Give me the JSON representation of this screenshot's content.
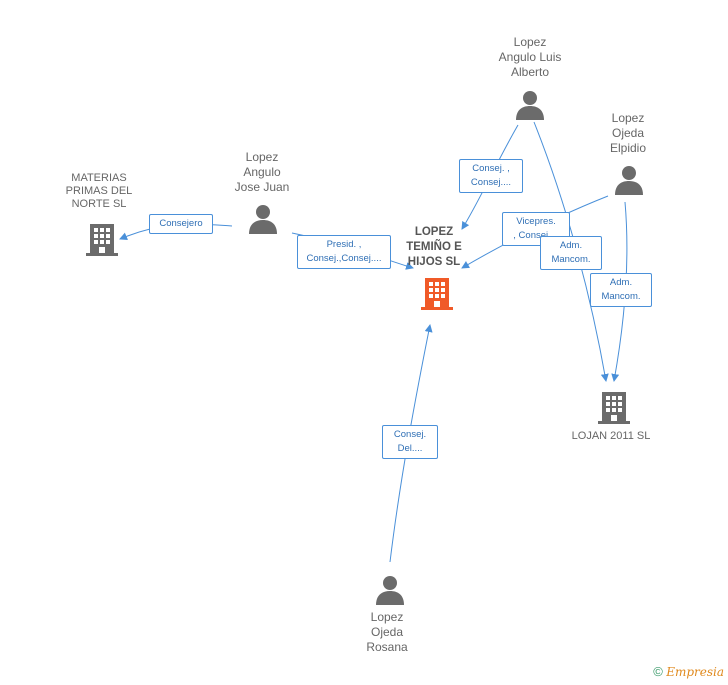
{
  "colors": {
    "edge": "#4a90d9",
    "node": "#666666",
    "main_node": "#f05a28"
  },
  "nodes": {
    "materias": {
      "label": "MATERIAS\nPRIMAS DEL\nNORTE SL",
      "icon": "building-icon"
    },
    "jose_juan": {
      "label": "Lopez\nAngulo\nJose Juan",
      "icon": "person-icon"
    },
    "luis_alberto": {
      "label": "Lopez\nAngulo Luis\nAlberto",
      "icon": "person-icon"
    },
    "elpidio": {
      "label": "Lopez\nOjeda\nElpidio",
      "icon": "person-icon"
    },
    "main": {
      "label": "LOPEZ\nTEMIÑO E\nHIJOS SL",
      "icon": "building-icon"
    },
    "lojan": {
      "label": "LOJAN 2011 SL",
      "icon": "building-icon"
    },
    "rosana": {
      "label": "Lopez\nOjeda\nRosana",
      "icon": "person-icon"
    }
  },
  "edges": {
    "consejero": "Consejero",
    "presid": "Presid. ,\nConsej.,Consej....",
    "consej_luis": "Consej. ,\nConsej....",
    "vicepres": "Vicepres.\n, Consej....",
    "adm1": "Adm.\nMancom.",
    "adm2": "Adm.\nMancom.",
    "consej_del": "Consej.\nDel...."
  },
  "footer": {
    "copyright": "©",
    "brand": "Empresia"
  }
}
